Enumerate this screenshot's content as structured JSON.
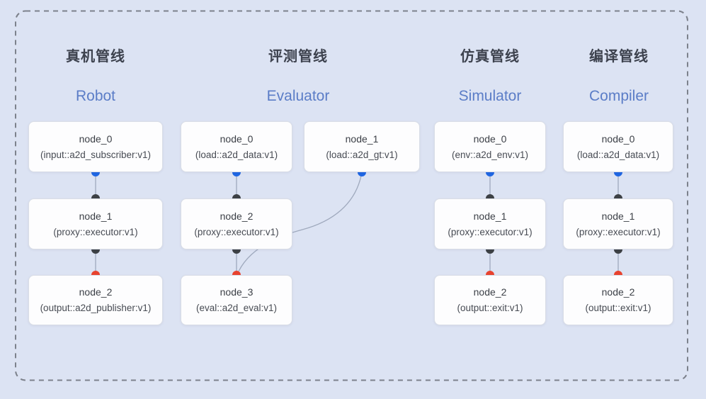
{
  "diagram": {
    "background_color": "#dce3f3",
    "frame_border_color": "#7d828c",
    "node_box_color": "#fdfdfe",
    "node_border_color": "#d9dde6",
    "edge_color": "#9fa9bd",
    "port_colors": {
      "blue_output_port": "#1f66e3",
      "black_executor_port": "#3d4145",
      "red_sink_port": "#e8432f"
    },
    "header_cn_color": "#3d424e",
    "header_en_color": "#5b7dc7"
  },
  "pipelines": [
    {
      "cn": "真机管线",
      "en": "Robot",
      "nodes": [
        {
          "name": "node_0",
          "type": "(input::a2d_subscriber:v1)"
        },
        {
          "name": "node_1",
          "type": "(proxy::executor:v1)"
        },
        {
          "name": "node_2",
          "type": "(output::a2d_publisher:v1)"
        }
      ]
    },
    {
      "cn": "评测管线",
      "en": "Evaluator",
      "nodes": [
        {
          "name": "node_0",
          "type": "(load::a2d_data:v1)"
        },
        {
          "name": "node_1",
          "type": "(load::a2d_gt:v1)"
        },
        {
          "name": "node_2",
          "type": "(proxy::executor:v1)"
        },
        {
          "name": "node_3",
          "type": "(eval::a2d_eval:v1)"
        }
      ]
    },
    {
      "cn": "仿真管线",
      "en": "Simulator",
      "nodes": [
        {
          "name": "node_0",
          "type": "(env::a2d_env:v1)"
        },
        {
          "name": "node_1",
          "type": "(proxy::executor:v1)"
        },
        {
          "name": "node_2",
          "type": "(output::exit:v1)"
        }
      ]
    },
    {
      "cn": "编译管线",
      "en": "Compiler",
      "nodes": [
        {
          "name": "node_0",
          "type": "(load::a2d_data:v1)"
        },
        {
          "name": "node_1",
          "type": "(proxy::executor:v1)"
        },
        {
          "name": "node_2",
          "type": "(output::exit:v1)"
        }
      ]
    }
  ]
}
